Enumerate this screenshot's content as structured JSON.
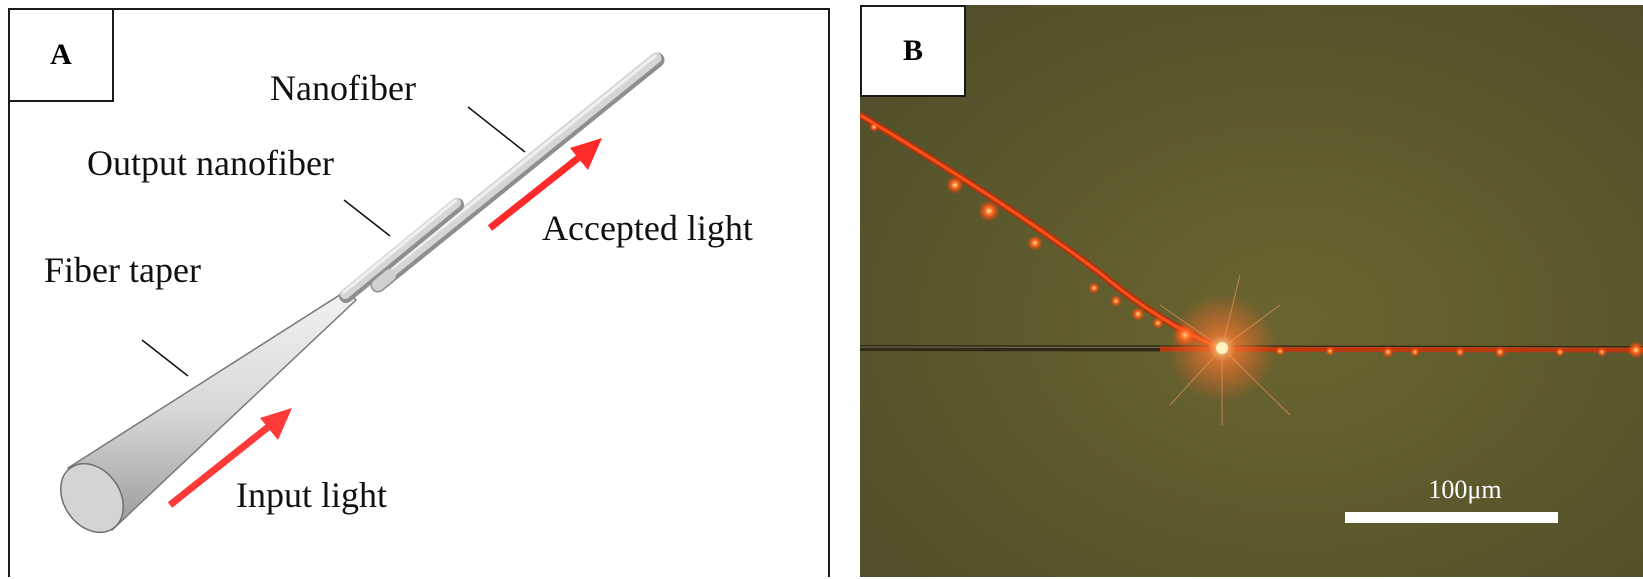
{
  "panel_a": {
    "label": "A",
    "callouts": {
      "nanofiber": "Nanofiber",
      "output_nanofiber": "Output nanofiber",
      "fiber_taper": "Fiber taper",
      "accepted_light": "Accepted light",
      "input_light": "Input light"
    },
    "colors": {
      "fiber": "#d9d9d9",
      "arrow": "#ff2a2a"
    }
  },
  "panel_b": {
    "label": "B",
    "scale_bar": "100μm",
    "colors": {
      "background": "#5d5b2e",
      "glow": "#ff5a1f",
      "scale_bar": "#ffffff"
    }
  }
}
